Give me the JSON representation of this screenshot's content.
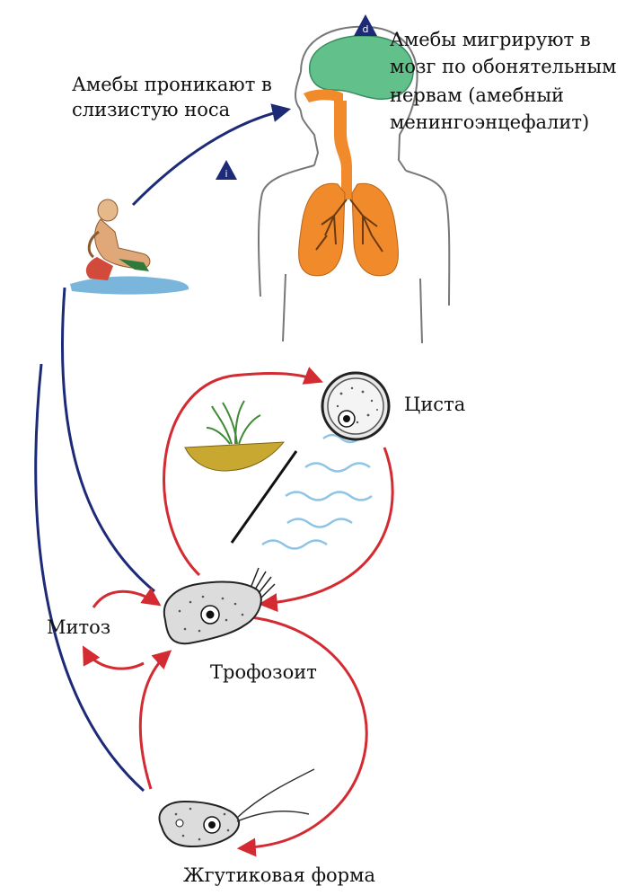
{
  "labels": {
    "entry_line1": "Амебы проникают в",
    "entry_line2": "слизистую носа",
    "migrate_line1": "Амебы мигрируют в",
    "migrate_line2": "мозг по обонятельным",
    "migrate_line3": "нервам (амебный",
    "migrate_line4": "менингоэнцефалит)",
    "cyst": "Циста",
    "mitosis": "Митоз",
    "trophozoite": "Трофозоит",
    "flagellate": "Жгутиковая форма"
  },
  "markers": {
    "infective_stage": "i",
    "diagnostic_stage": "d"
  },
  "colors": {
    "transmission_arrow": "#1c2a78",
    "lifecycle_arrow": "#d42a32",
    "lung": "#f08a2a",
    "brain": "#62c08a",
    "marker_fill": "#1c2a78",
    "water": "#8ec4e6",
    "soil": "#c8a830"
  }
}
